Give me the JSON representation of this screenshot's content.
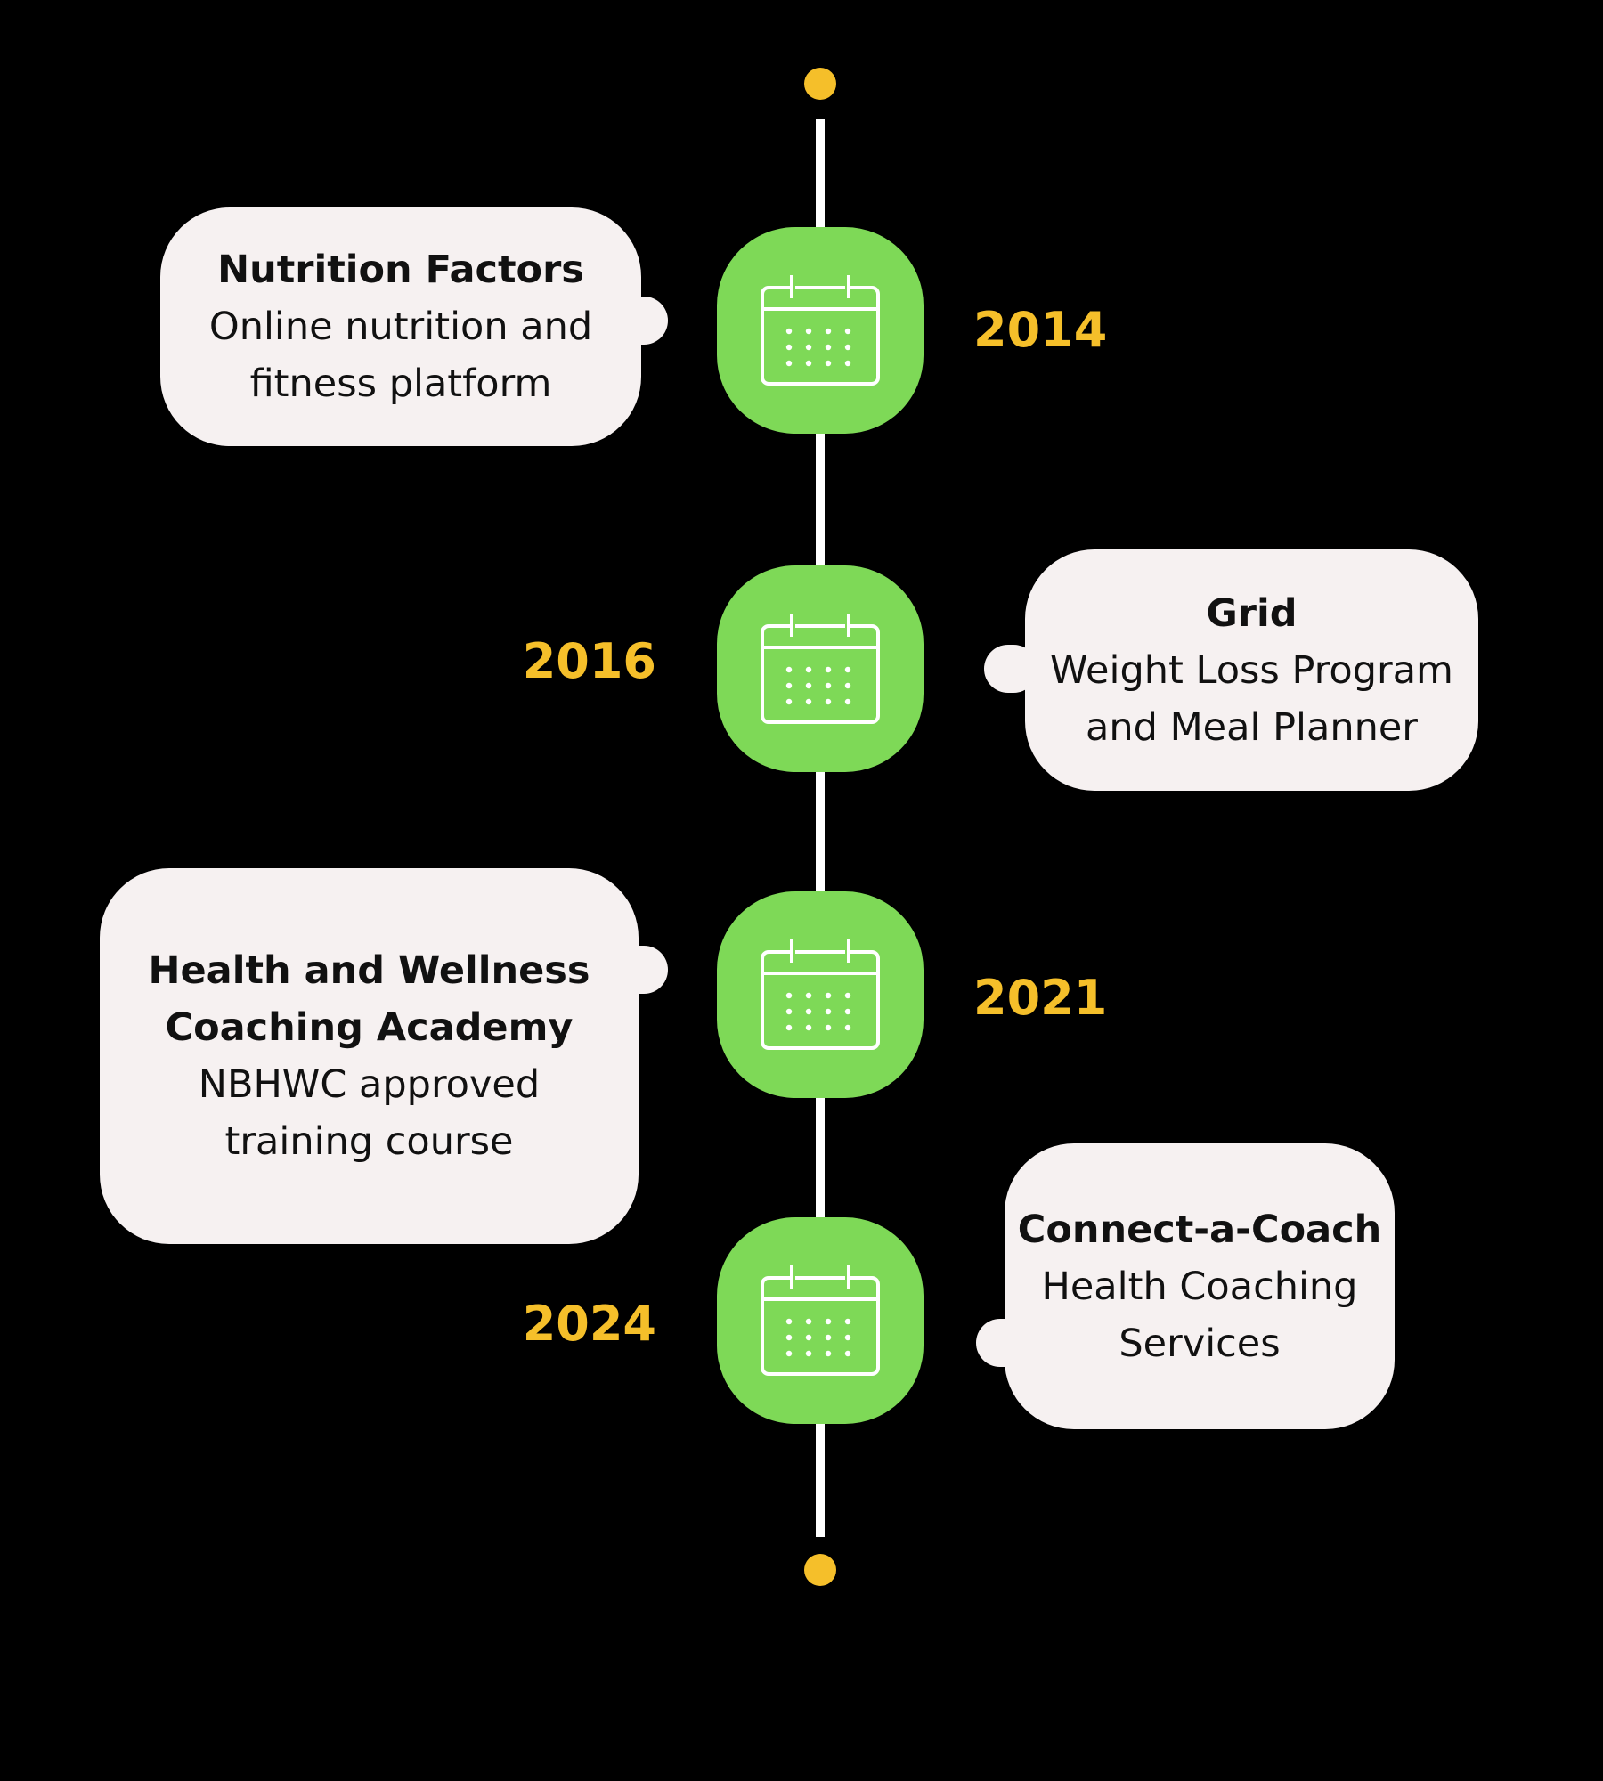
{
  "milestones": [
    {
      "year": "2014",
      "title": "Nutrition Factors",
      "lines": [
        "Online nutrition and",
        "fitness platform"
      ]
    },
    {
      "year": "2016",
      "title": "Grid",
      "lines": [
        "Weight Loss Program",
        "and Meal Planner"
      ]
    },
    {
      "year": "2021",
      "title_lines": [
        "Health and Wellness",
        "Coaching Academy"
      ],
      "lines": [
        "NBHWC approved",
        "training course"
      ]
    },
    {
      "year": "2024",
      "title": "Connect-a-Coach",
      "lines": [
        "Health Coaching",
        "Services"
      ]
    }
  ],
  "colors": {
    "background": "#000000",
    "accent_yellow": "#f5bf2a",
    "node_green": "#7ed957",
    "card": "#f6f1f1",
    "line": "#ffffff"
  },
  "icons": {
    "node": "calendar-icon",
    "endpoint": "dot-icon"
  }
}
